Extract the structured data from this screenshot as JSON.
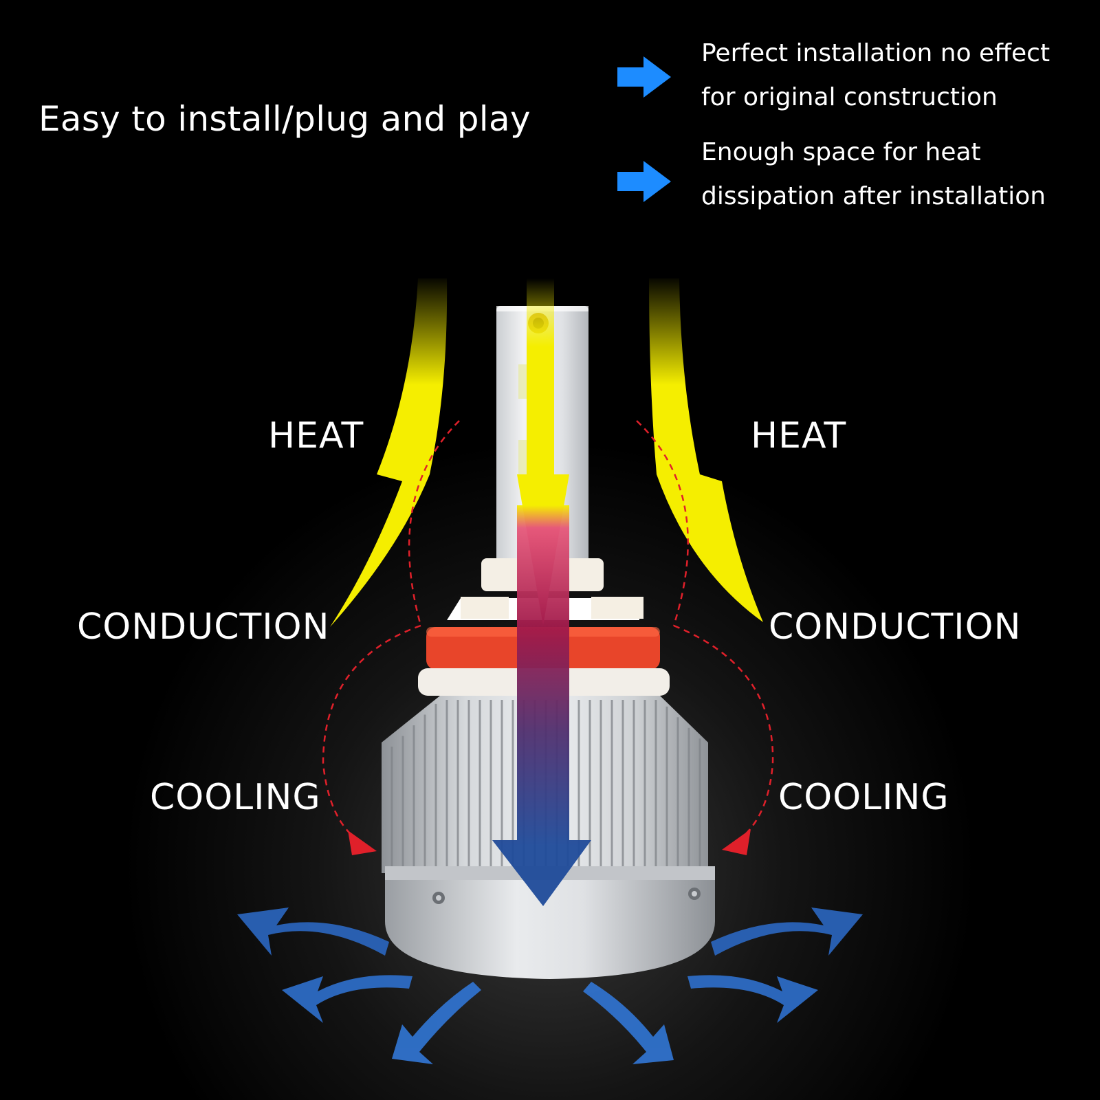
{
  "headline": "Easy to install/plug and play",
  "features": [
    {
      "line1": "Perfect installation no effect",
      "line2": "for original construction",
      "icon": "blue-arrow-right-icon"
    },
    {
      "line1": "Enough space for heat",
      "line2": "dissipation after installation",
      "icon": "blue-arrow-right-icon"
    }
  ],
  "labels": {
    "heat_left": "HEAT",
    "heat_right": "HEAT",
    "conduction_left": "CONDUCTION",
    "conduction_right": "CONDUCTION",
    "cooling_left": "COOLING",
    "cooling_right": "COOLING"
  },
  "colors": {
    "background": "#000000",
    "heat_yellow": "#f5ee00",
    "cool_blue": "#1f5fb5",
    "icon_blue": "#1d8cff",
    "dashed_red": "#e0202a",
    "collar_red": "#e8452a"
  }
}
